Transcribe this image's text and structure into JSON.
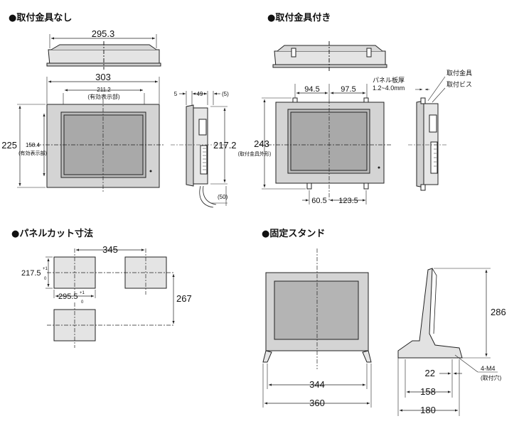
{
  "section_titles": {
    "no_bracket": "●取付金具なし",
    "with_bracket": "●取付金具付き",
    "panel_cutout": "●パネルカット寸法",
    "fixed_stand": "●固定スタンド"
  },
  "no_bracket": {
    "top_width": "295.3",
    "width": "303",
    "display_width": "211.2",
    "display_width_note": "(有効表示部)",
    "height": "225",
    "display_height": "158.4",
    "display_height_note": "(有効表示部)",
    "side_a": "5",
    "side_b": "49",
    "side_c": "(5)",
    "side_height": "217.2",
    "cable": "(50)"
  },
  "with_bracket": {
    "left_span": "94.5",
    "right_span": "97.5",
    "panel_thickness_label": "パネル板厚",
    "panel_thickness_range": "1.2~4.0mm",
    "bracket_label": "取付金具",
    "screw_label": "取付ビス",
    "height": "243",
    "height_note": "(取付金具外形)",
    "bottom_left": "60.5",
    "bottom_right": "123.5"
  },
  "panel_cutout": {
    "pitch_x": "345",
    "cut_h": "217.5",
    "cut_w": "295.5",
    "tol_plus": "+1",
    "tol_zero": "0",
    "pitch_y": "267"
  },
  "fixed_stand": {
    "inner_width": "344",
    "outer_width": "360",
    "height": "286",
    "hole_offset": "22",
    "foot_span": "158",
    "foot_depth": "180",
    "holes": "4-M4",
    "holes_note": "(取付穴)"
  }
}
